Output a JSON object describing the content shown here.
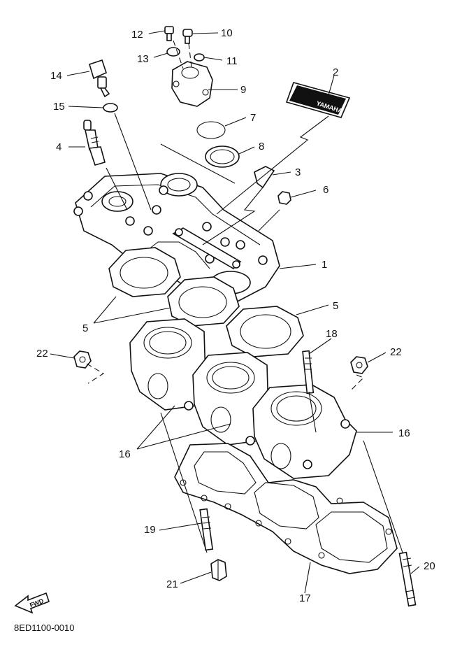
{
  "diagram": {
    "part_numbers": {
      "p1": "1",
      "p2": "2",
      "p3": "3",
      "p4": "4",
      "p5a": "5",
      "p5b": "5",
      "p6": "6",
      "p7": "7",
      "p8": "8",
      "p9": "9",
      "p10": "10",
      "p11": "11",
      "p12": "12",
      "p13": "13",
      "p14": "14",
      "p15": "15",
      "p16a": "16",
      "p16b": "16",
      "p17": "17",
      "p18": "18",
      "p19": "19",
      "p20": "20",
      "p21": "21",
      "p22a": "22",
      "p22b": "22"
    },
    "fwd_arrow_text": "FWD",
    "decal_text": "YAMAHA",
    "figure_code": "8ED1100-0010"
  }
}
